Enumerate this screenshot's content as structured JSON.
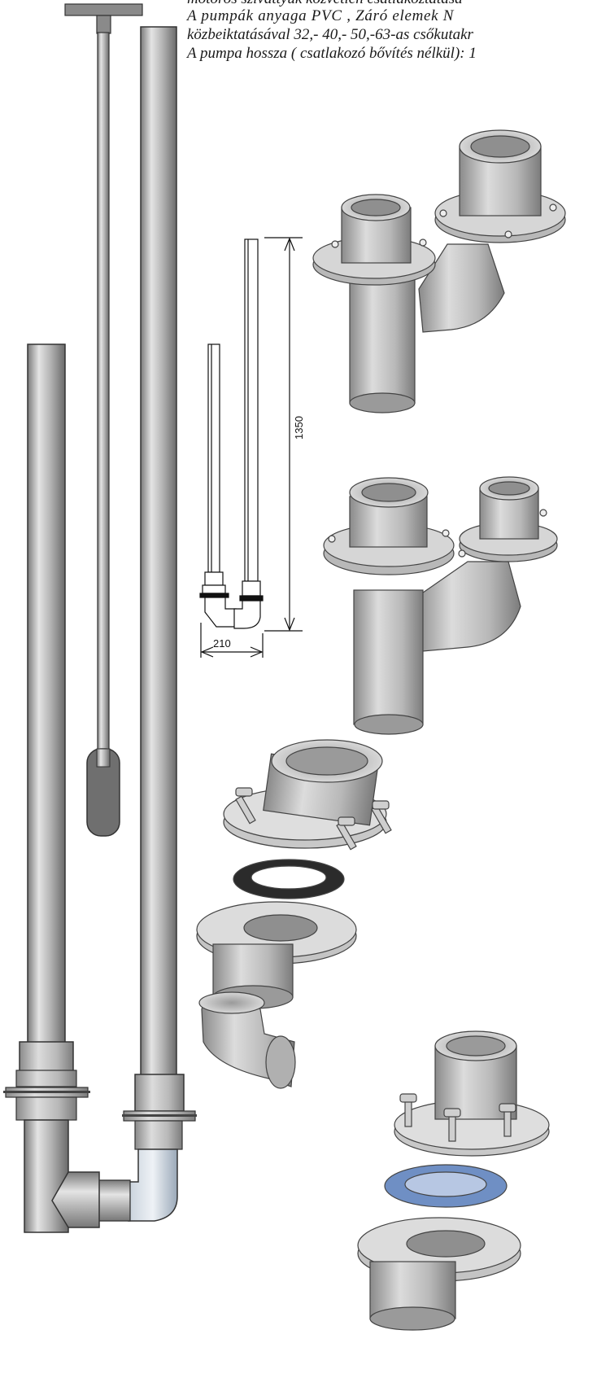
{
  "text": {
    "line0": "motoros szivattyúk közvetlen csatlakoztatása",
    "line1": "A pumpák anyaga PVC , Záró elemek N",
    "line2": "közbeiktatásával 32,- 40,- 50,-63-as csőkutakr",
    "line3": "A pumpa hossza ( csatlakozó bővítés nélkül):  1"
  },
  "dimensions": {
    "height": "1350",
    "width": "210"
  },
  "colors": {
    "pipe_light": "#d6d6d6",
    "pipe_mid": "#a9a9a9",
    "pipe_dark": "#6e6e6e",
    "gasket_black": "#2b2b2b",
    "gasket_blue": "#6f8fc4",
    "outline": "#333333"
  }
}
